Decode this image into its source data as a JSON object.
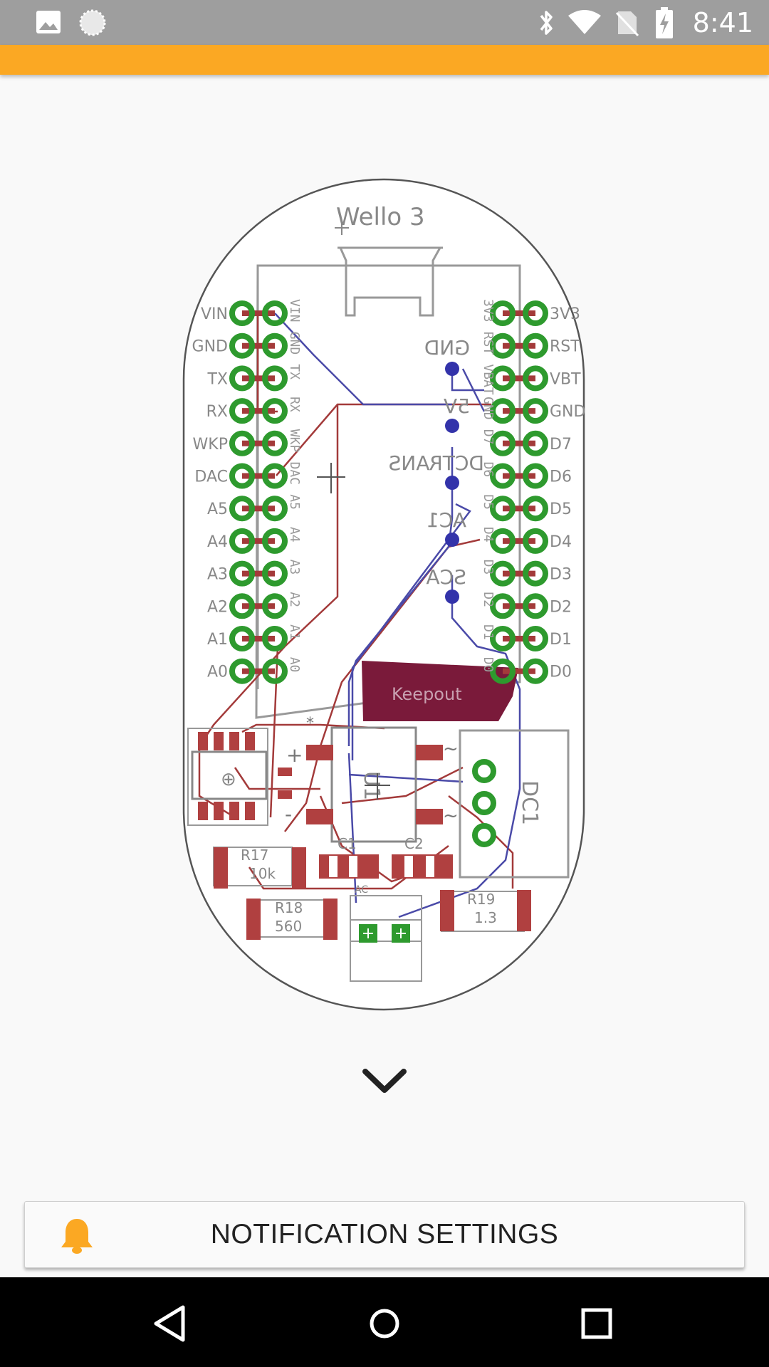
{
  "status_bar": {
    "time": "8:41",
    "icons": [
      "image-icon",
      "loading-icon",
      "bluetooth-icon",
      "wifi-icon",
      "no-sim-icon",
      "battery-charging-icon"
    ]
  },
  "app_bar": {
    "color": "#FBA823"
  },
  "board": {
    "title": "Wello 3",
    "keepout_label": "Keepout",
    "left_pins": [
      "VIN",
      "GND",
      "TX",
      "RX",
      "WKP",
      "DAC",
      "A5",
      "A4",
      "A3",
      "A2",
      "A1",
      "A0"
    ],
    "right_pins": [
      "3V3",
      "RST",
      "VBT",
      "GND",
      "D7",
      "D6",
      "D5",
      "D4",
      "D3",
      "D2",
      "D1",
      "D0"
    ],
    "inner_left_labels": [
      "VIN",
      "GND",
      "TX",
      "RX",
      "WKP",
      "DAC",
      "A5",
      "A4",
      "A3",
      "A2",
      "A1",
      "A0"
    ],
    "inner_right_labels": [
      "3V3",
      "RST",
      "VBAT",
      "GND",
      "D7",
      "D6",
      "D5",
      "D4",
      "D3",
      "D2",
      "D1",
      "D0"
    ],
    "via_labels": [
      "GND",
      "5V",
      "DCTRANS",
      "AC1",
      "SCA"
    ],
    "component_labels": {
      "u1": "U1",
      "dc1": "DC1",
      "r17": "R17",
      "r17_value": "10k",
      "r18": "R18",
      "r18_value": "560",
      "r19": "R19",
      "r19_value": "1.3",
      "c1": "C1",
      "c2": "C2",
      "star": "*",
      "plus": "+",
      "minus": "-",
      "tilde_top": "~",
      "tilde_bottom": "~",
      "ac_label": "AC"
    }
  },
  "notification_button": {
    "label": "NOTIFICATION SETTINGS",
    "icon": "bell-icon",
    "icon_color": "#FBA823"
  },
  "nav_bar": {
    "icons": [
      "back-icon",
      "home-icon",
      "recents-icon"
    ]
  }
}
